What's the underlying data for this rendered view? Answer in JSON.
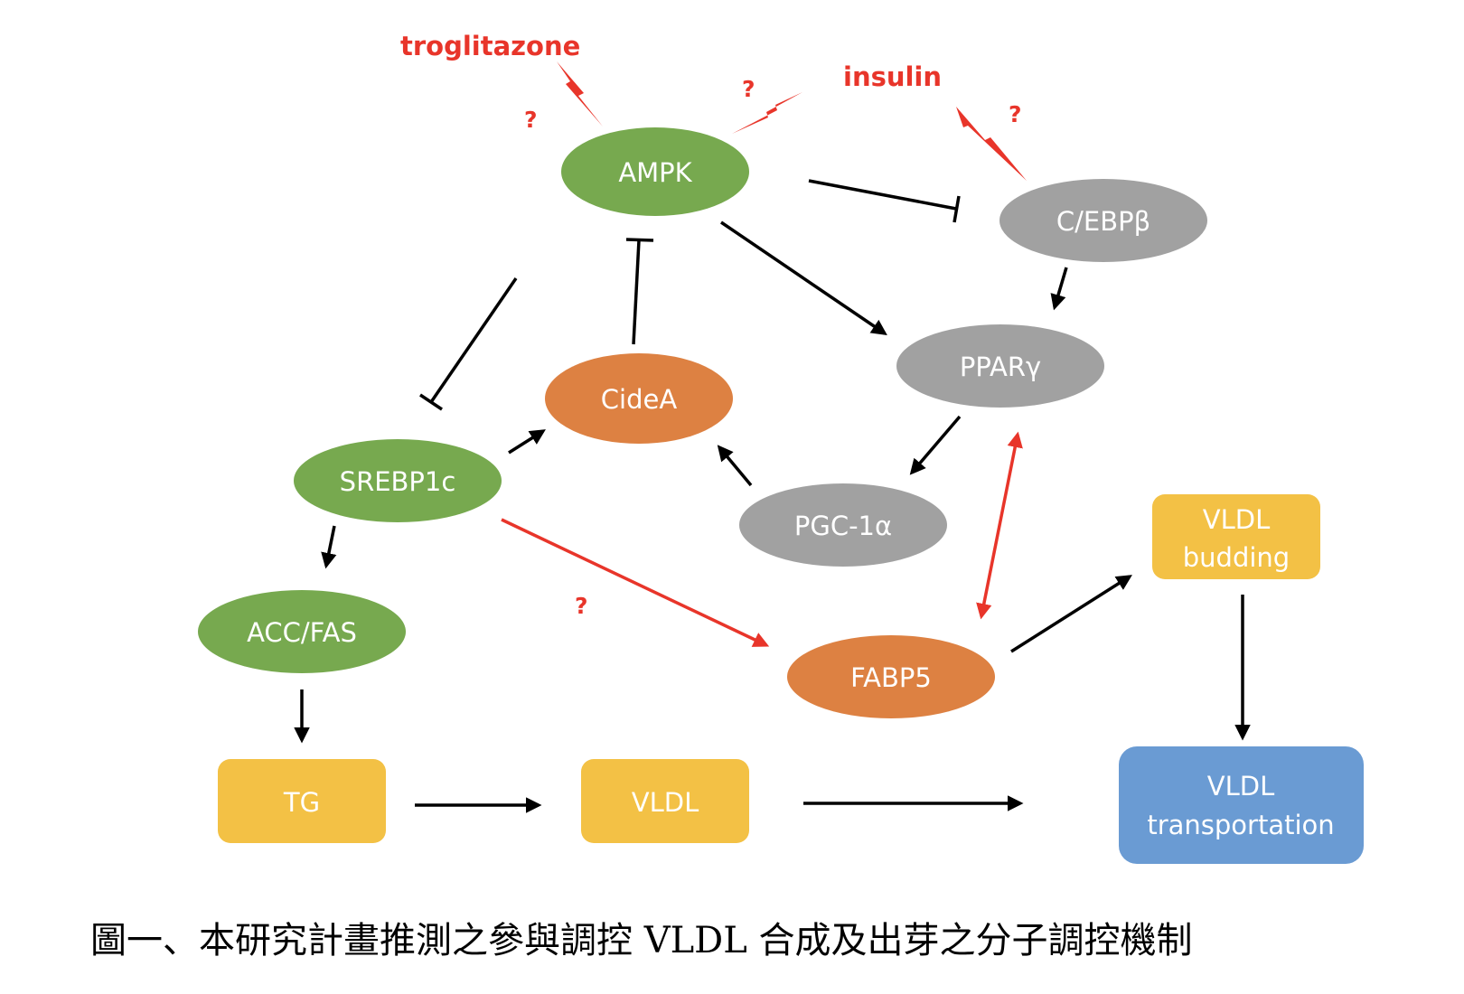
{
  "colors": {
    "green": "#77a94f",
    "gray": "#a1a1a1",
    "orange": "#dd8142",
    "yellow": "#f3c145",
    "blue": "#6a9bd3",
    "red": "#e8352a",
    "black": "#000000"
  },
  "nodes": {
    "ampk": "AMPK",
    "cebpb": "C/EBPβ",
    "ppary": "PPARγ",
    "cidea": "CideA",
    "srebp1c": "SREBP1c",
    "pgc1a": "PGC-1α",
    "accfas": "ACC/FAS",
    "fabp5": "FABP5",
    "tg": "TG",
    "vldl": "VLDL",
    "vldl_budding_1": "VLDL",
    "vldl_budding_2": "budding",
    "vldl_transport_1": "VLDL",
    "vldl_transport_2": "transportation"
  },
  "labels": {
    "troglitazone": "troglitazone",
    "insulin": "insulin",
    "q": "?"
  },
  "caption": "圖一、本研究計畫推測之參與調控 VLDL 合成及出芽之分子調控機制"
}
